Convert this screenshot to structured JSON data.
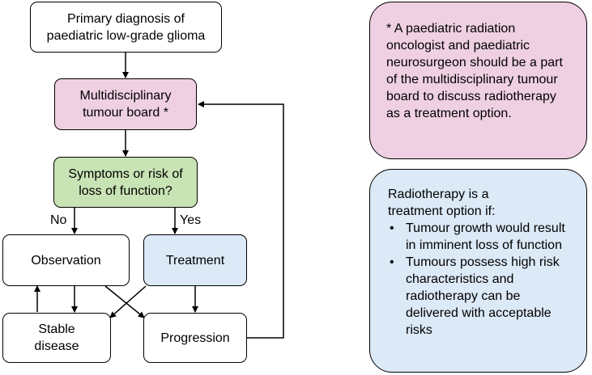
{
  "nodes": {
    "diagnosis": "Primary diagnosis of paediatric low-grade glioma",
    "board": "Multidisciplinary tumour board *",
    "symptoms": "Symptoms or risk of loss of function?",
    "observation": "Observation",
    "treatment": "Treatment",
    "stable": "Stable disease",
    "progression": "Progression"
  },
  "edge_labels": {
    "no": "No",
    "yes": "Yes"
  },
  "notes": {
    "board_note": "* A paediatric radiation oncologist and paediatric neurosurgeon should be a part of the multidisciplinary tumour board to discuss radiotherapy as a treatment option.",
    "radiotherapy_intro": "Radiotherapy is a treatment option if:",
    "radiotherapy_items": [
      "Tumour growth would result in imminent loss of function",
      "Tumours possess high risk characteristics and radiotherapy can be delivered with acceptable risks"
    ]
  },
  "colors": {
    "pink": "#efd0e2",
    "green": "#c8e3b4",
    "blue": "#dce9f7",
    "line": "#000000"
  }
}
